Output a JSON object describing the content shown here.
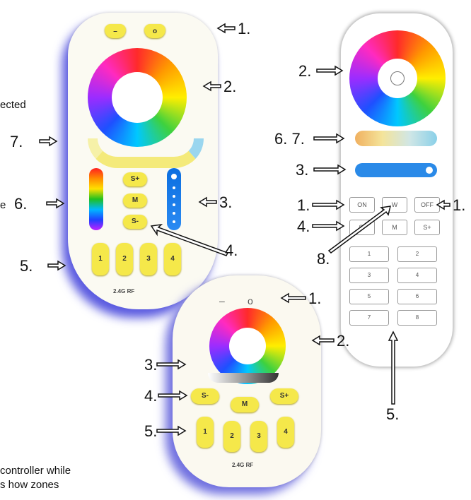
{
  "edge_text": {
    "ected": "ected",
    "e": "e",
    "controller_line": "controller while",
    "zones_line": "s how zones"
  },
  "callouts": {
    "r1_1": "1.",
    "r1_2": "2.",
    "r1_7": "7.",
    "r1_6": "6.",
    "r1_3": "3.",
    "r1_4": "4.",
    "r1_5": "5.",
    "r2_2": "2.",
    "r2_67": "6. 7.",
    "r2_3": "3.",
    "r2_1a": "1.",
    "r2_1b": "1.",
    "r2_4": "4.",
    "r2_8": "8.",
    "r2_5": "5.",
    "r3_1": "1.",
    "r3_2": "2.",
    "r3_3": "3.",
    "r3_4": "4.",
    "r3_5": "5."
  },
  "remote1": {
    "top_buttons": [
      "–",
      "o"
    ],
    "mid_buttons": [
      "S+",
      "M",
      "S-"
    ],
    "zones": [
      "1",
      "2",
      "3",
      "4"
    ],
    "brand": "2.4G RF"
  },
  "remote2": {
    "row1": [
      "ON",
      "W",
      "OFF"
    ],
    "row2": [
      "S-",
      "M",
      "S+"
    ],
    "zones": [
      "1",
      "2",
      "3",
      "4",
      "5",
      "6",
      "7",
      "8"
    ]
  },
  "remote3": {
    "top_buttons": [
      "–",
      "o"
    ],
    "mid_buttons": [
      "S-",
      "M",
      "S+"
    ],
    "zones": [
      "1",
      "2",
      "3",
      "4"
    ],
    "brand": "2.4G RF"
  },
  "colors": {
    "button_yellow": "#f5e84a",
    "shadow_blue": "#5a5ae0",
    "remote_body": "#fbfaf2"
  },
  "icons": [
    "arrow-icon",
    "color-wheel-icon",
    "sun-icon"
  ]
}
